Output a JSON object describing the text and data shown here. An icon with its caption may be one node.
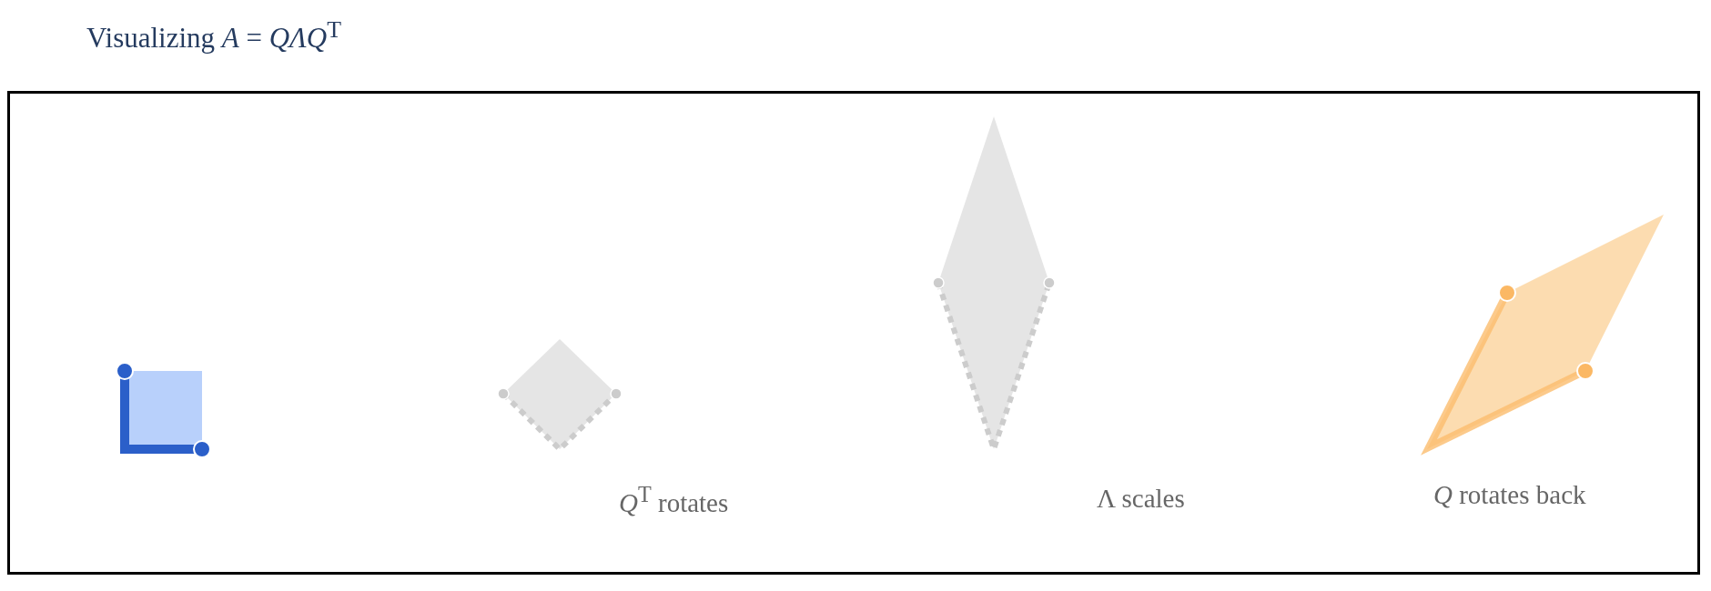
{
  "diagram": {
    "title": "Visualizing *A* = *QΛQ*$^{T}$",
    "labels": [
      "*Q*$^{T}$ rotates",
      "Λ scales",
      "*Q* rotates back"
    ]
  }
}
